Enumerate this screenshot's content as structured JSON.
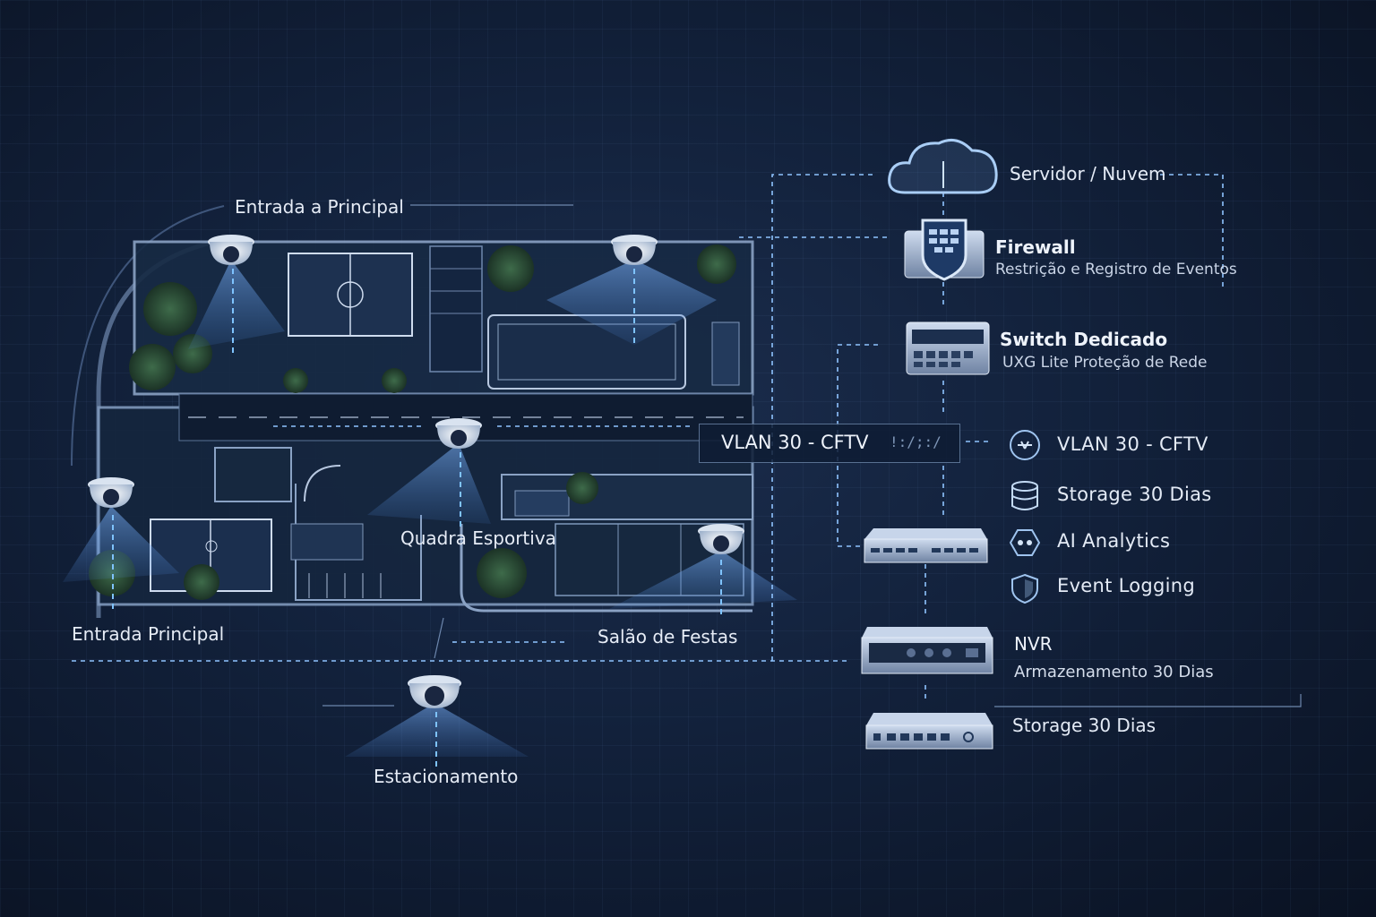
{
  "sites": {
    "entrance_top": "Entrada a Principal",
    "sports_court": "Quadra Esportiva",
    "main_entrance": "Entrada Principal",
    "party_hall": "Salão de Festas",
    "parking": "Estacionamento"
  },
  "network": {
    "vlan_bar": "VLAN 30 - CFTV",
    "vlan_code": "!:/;:/"
  },
  "devices": {
    "cloud": {
      "title": "Servidor / Nuvem",
      "icon": "cloud-icon"
    },
    "firewall": {
      "title": "Firewall",
      "subtitle": "Restrição e Registro de Eventos",
      "icon": "firewall-icon"
    },
    "switch": {
      "title": "Switch Dedicado",
      "subtitle": "UXG Lite Proteção de Rede",
      "icon": "switch-icon"
    },
    "nvr": {
      "title": "NVR",
      "subtitle": "Armazenamento 30 Dias",
      "icon": "nvr-icon"
    },
    "storage": {
      "title": "Storage 30 Dias",
      "icon": "storage-unit-icon"
    }
  },
  "features": [
    {
      "label": "VLAN 30 - CFTV",
      "icon": "vlan-icon"
    },
    {
      "label": "Storage 30 Dias",
      "icon": "storage-icon"
    },
    {
      "label": "AI Analytics",
      "icon": "ai-analytics-icon"
    },
    {
      "label": "Event Logging",
      "icon": "shield-icon"
    }
  ],
  "colors": {
    "background": "#0b1528",
    "accent": "#8fc4ff",
    "camera_cone": "#7fb6ff",
    "text": "#e8eef8"
  }
}
